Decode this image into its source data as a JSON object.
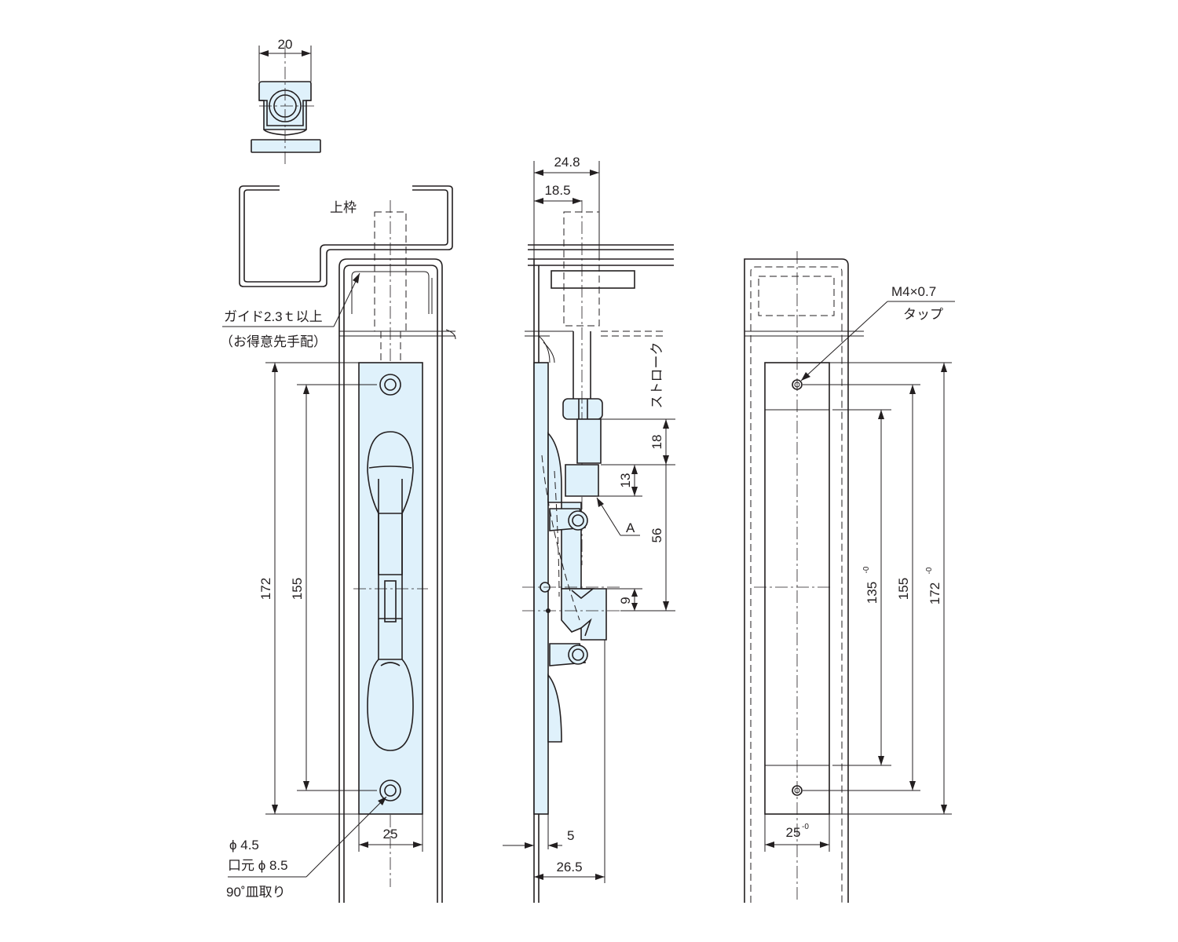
{
  "dimensions": {
    "top_width": "20",
    "side_width_total": "24.8",
    "side_width_inner": "18.5",
    "front_height_total": "172",
    "front_hole_pitch": "155",
    "front_width": "25",
    "stroke_18": "18",
    "height_13": "13",
    "height_56": "56",
    "height_9": "9",
    "plate_thickness": "5",
    "side_depth": "26.5",
    "cut_135": "135",
    "cut_155": "155",
    "cut_172": "172",
    "cut_width": "25",
    "tolerance": "-0"
  },
  "annotations": {
    "upper_frame": "上枠",
    "guide_line1": "ガイド2.3ｔ以上",
    "guide_line2": "（お得意先手配）",
    "stroke": "ストローク",
    "point_a": "A",
    "tap_line1": "M4×0.7",
    "tap_line2": "タップ",
    "hole_line1": "ϕ 4.5",
    "hole_line2": "口元 ϕ 8.5",
    "hole_line3": "90˚皿取り"
  }
}
